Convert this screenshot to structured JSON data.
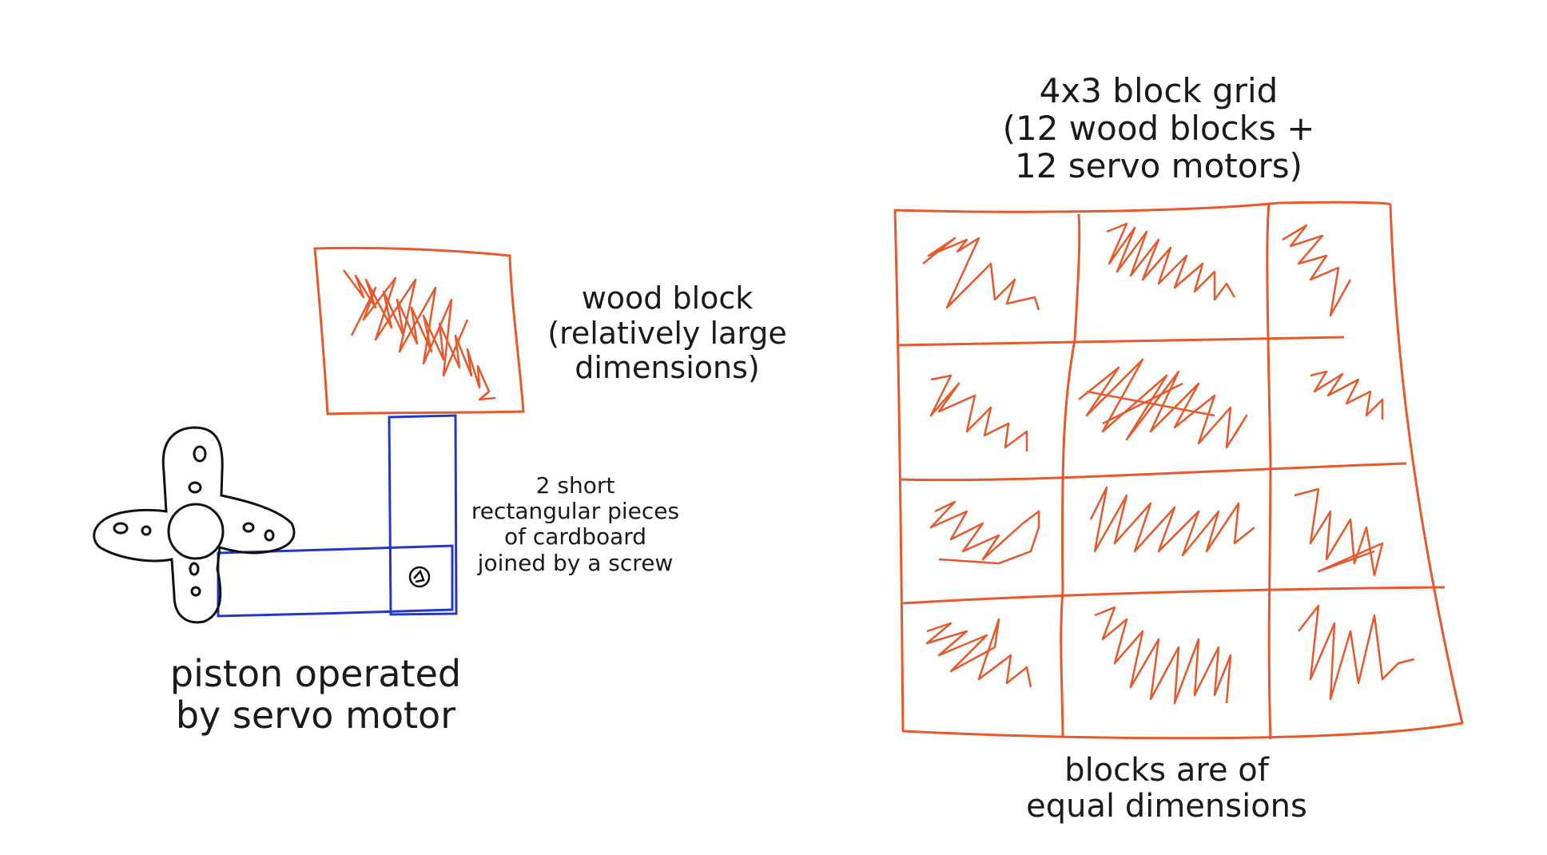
{
  "labels": {
    "wood_block": [
      "wood block",
      "(relatively large",
      "dimensions)"
    ],
    "cardboard": [
      "2 short",
      "rectangular pieces",
      "of cardboard",
      "joined by a screw"
    ],
    "piston": [
      "piston operated",
      "by servo motor"
    ],
    "grid": [
      "4x3 block grid",
      "(12 wood blocks +",
      "12 servo motors)"
    ],
    "equal": [
      "blocks are of",
      "equal dimensions"
    ]
  },
  "colors": {
    "wood": "#e8582a",
    "cardboard": "#2238c6",
    "servo": "#111111",
    "text": "#1a1a1a"
  },
  "icons": [
    "servo-horn-icon",
    "screw-icon",
    "scribble-hatching"
  ]
}
